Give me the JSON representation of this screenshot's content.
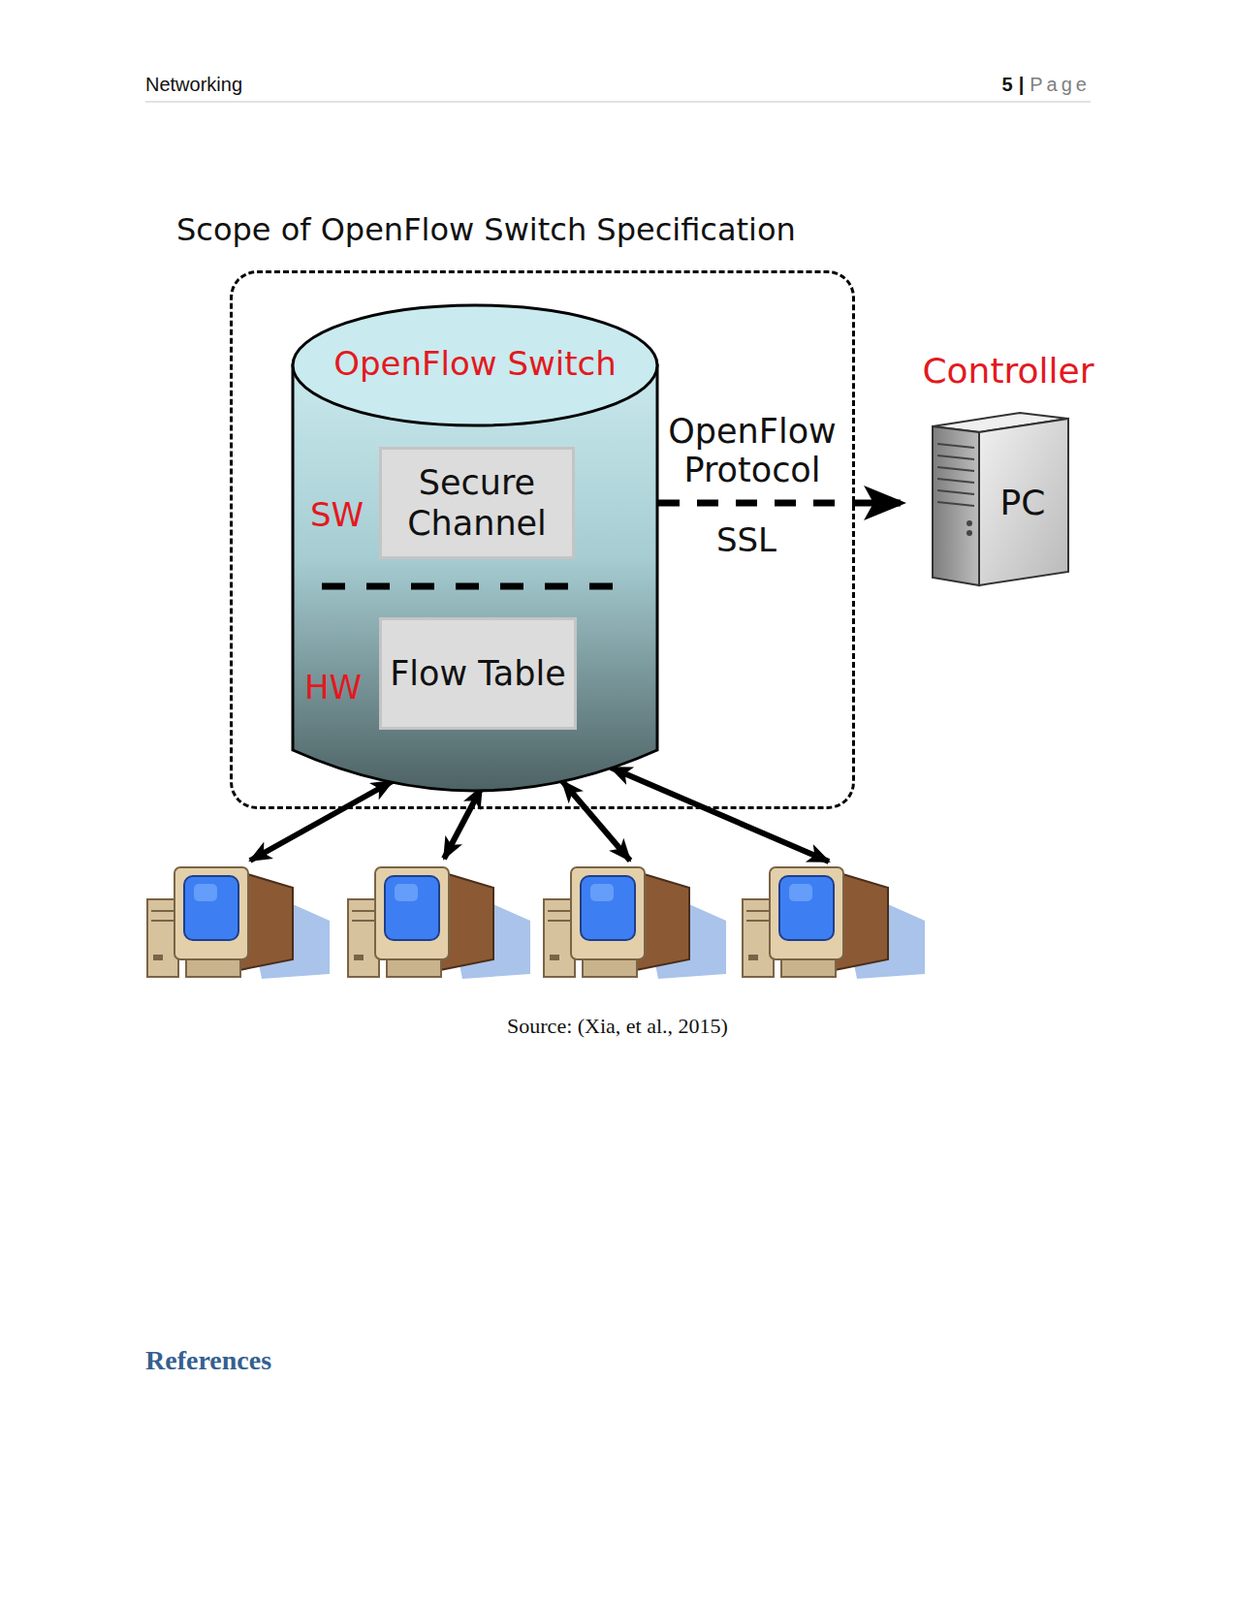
{
  "diagram": {
    "caption": "Source: (Xia, et al., 2015)",
    "nodes": [
      {
        "text": [
          "Scope of OpenFlow Switch Specification"
        ]
      },
      {
        "text": [
          "OpenFlow Switch"
        ],
        "in": 0
      },
      {
        "text": [
          "Secure Channel"
        ],
        "in": 1
      },
      {
        "text": [
          "Flow Table"
        ],
        "in": 1
      },
      {
        "text": [
          "Controller",
          "PC"
        ]
      }
    ],
    "edges": [
      {
        "from": 2,
        "to": 4,
        "arrow": "both",
        "label": "OpenFlow Protocol"
      }
    ],
    "labels": [
      "Networking",
      "5",
      "|",
      "Page",
      "SW",
      "HW",
      "SSL",
      "References"
    ]
  }
}
